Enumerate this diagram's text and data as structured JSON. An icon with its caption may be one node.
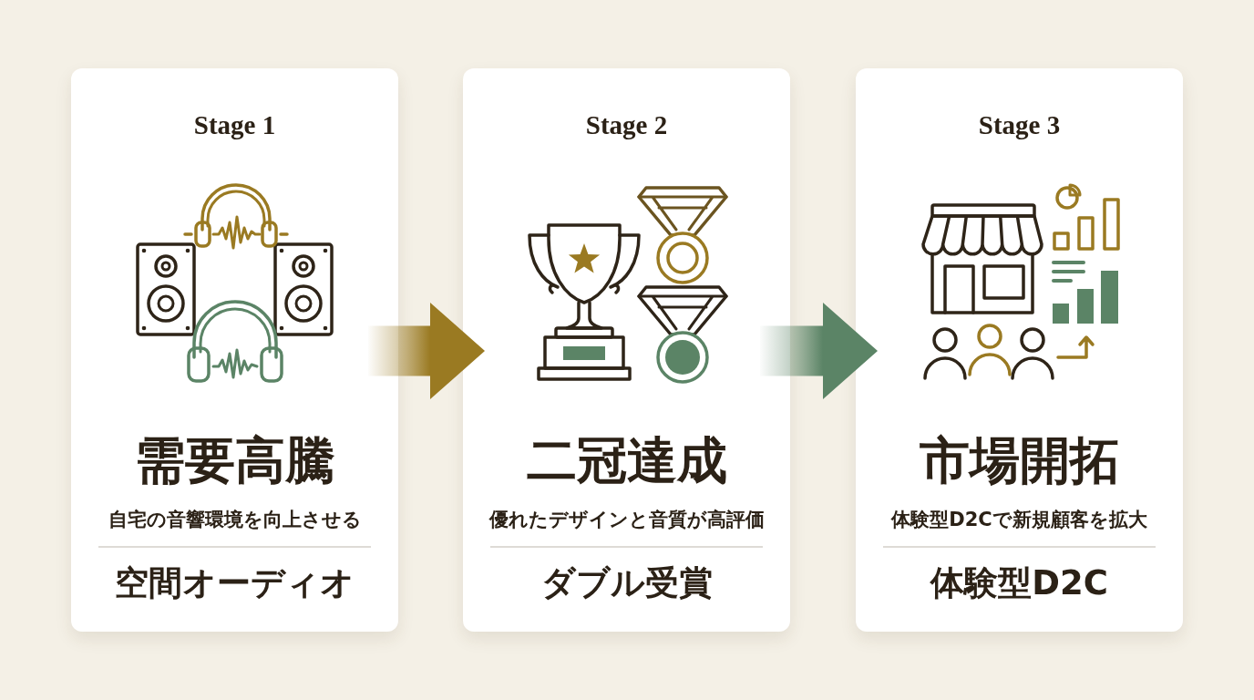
{
  "diagram": {
    "nodes": [
      {
        "text": [
          "Stage 1",
          "需要高騰",
          "自宅の音響環境を向上させる",
          "空間オーディオ"
        ]
      },
      {
        "text": [
          "Stage 2",
          "二冠達成",
          "優れたデザインと音質が高評価",
          "ダブル受賞"
        ]
      },
      {
        "text": [
          "Stage 3",
          "市場開拓",
          "体験型D2Cで新規顧客を拡大",
          "体験型D2C"
        ]
      }
    ],
    "edges": [
      {
        "from": 0,
        "to": 1,
        "arrow": "to",
        "color": "#9a7a22"
      },
      {
        "from": 1,
        "to": 2,
        "arrow": "to",
        "color": "#5b8466"
      }
    ]
  }
}
